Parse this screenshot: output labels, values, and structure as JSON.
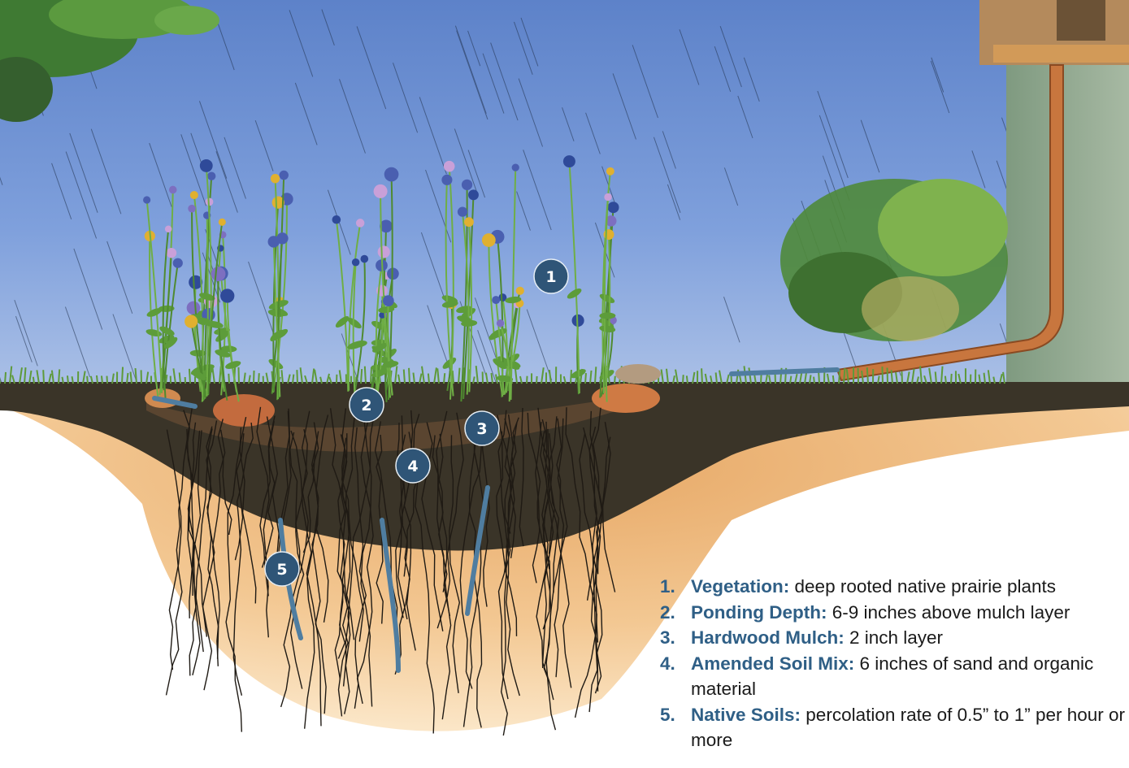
{
  "callouts": [
    {
      "number": "1"
    },
    {
      "number": "2"
    },
    {
      "number": "3"
    },
    {
      "number": "4"
    },
    {
      "number": "5"
    }
  ],
  "legend": [
    {
      "number": "1.",
      "term": "Vegetation:",
      "description": " deep rooted native prairie plants"
    },
    {
      "number": "2.",
      "term": "Ponding Depth:",
      "description": " 6-9 inches above mulch layer"
    },
    {
      "number": "3.",
      "term": "Hardwood Mulch:",
      "description": " 2 inch layer"
    },
    {
      "number": "4.",
      "term": "Amended Soil Mix:",
      "description": " 6 inches of sand and organic material"
    },
    {
      "number": "5.",
      "term": "Native Soils:",
      "description": " percolation rate of 0.5” to 1” per hour or more"
    }
  ],
  "colors": {
    "sky": "#6f93d6",
    "soil_dark": "#3a3428",
    "native_soil": "#f1c58d",
    "grass": "#5e9a3a",
    "wall": "#8fa88e",
    "downspout": "#c8763e",
    "badge": "#2f5577",
    "label_accent": "#2f5f86"
  }
}
